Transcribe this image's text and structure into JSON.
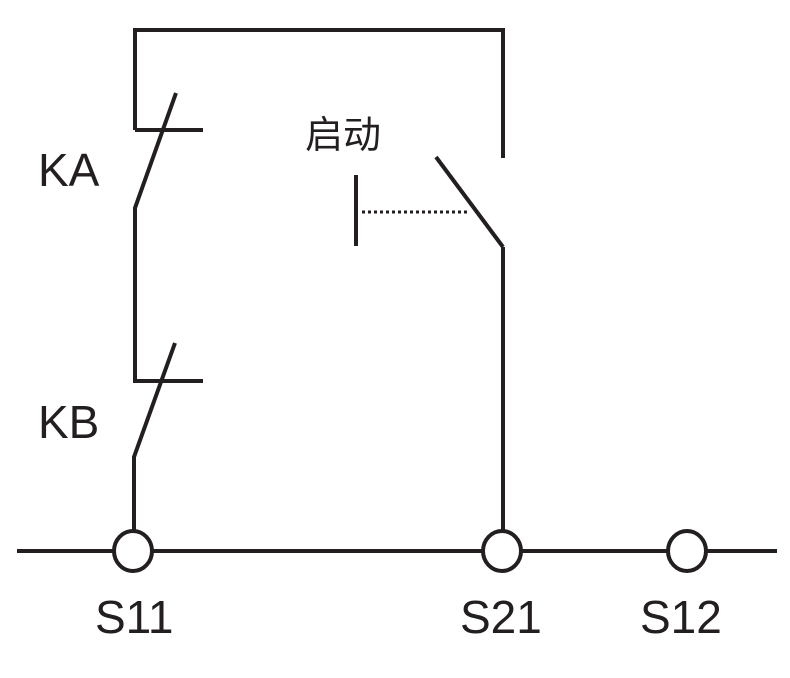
{
  "diagram": {
    "type": "relay-contact-circuit",
    "colors": {
      "line": "#231f20",
      "background": "#ffffff"
    },
    "labels": {
      "ka": "KA",
      "kb": "KB",
      "start": "启动",
      "s11": "S11",
      "s21": "S21",
      "s12": "S12"
    },
    "components": [
      {
        "id": "KA",
        "kind": "normally-closed contact"
      },
      {
        "id": "KB",
        "kind": "normally-closed contact"
      },
      {
        "id": "启动",
        "kind": "normally-open pushbutton (start)"
      }
    ],
    "terminals": [
      "S11",
      "S21",
      "S12"
    ],
    "connections": [
      "S11 - KB - KA - top wire - start pushbutton - S21",
      "bus: S11 - S21 - S12"
    ]
  }
}
